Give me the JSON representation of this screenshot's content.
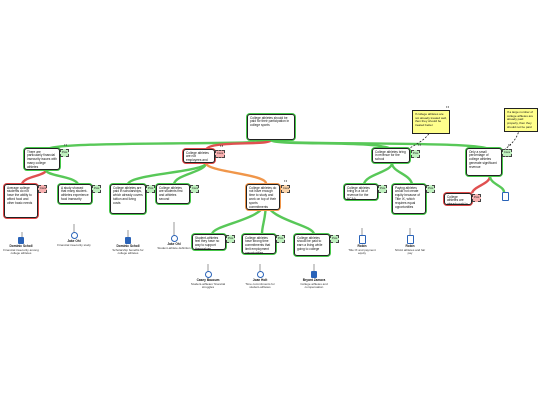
{
  "root": {
    "text": "College athletes should be paid for their participation in college sports"
  },
  "notes": [
    {
      "text": "If college athletes are not already treated well, then they should be treated better"
    },
    {
      "text": "If a large number of college athletes are already paid properly, then they should not be paid"
    }
  ],
  "level1": [
    {
      "text": "There are particularly financial insecurity issues with many college athletes",
      "tag": "Pros"
    },
    {
      "text": "College athletes are not employees and should not be paid",
      "tag": "Cons"
    },
    {
      "text": "College athletes bring in revenue for the school",
      "tag": "Pros"
    },
    {
      "text": "Only a small percentage of college athletes generate significant revenue",
      "tag": "Cons"
    }
  ],
  "level2": [
    {
      "text": "Average college students do not have the ability to afford food and other basic needs",
      "tag": "Cons",
      "src_name": "Dominic Scholl",
      "src_desc": "Financial insecurity among college athletes"
    },
    {
      "text": "A study showed that many student-athletes experience food insecurity",
      "tag": "Pros",
      "src_name": "Jake Ohl",
      "src_desc": "Financial insecurity study"
    },
    {
      "text": "College athletes are paid in scholarships, which already covers tuition and living costs",
      "tag": "Pros",
      "src_name": "Dominic Scholl",
      "src_desc": "Scholarship benefits for college athletes"
    },
    {
      "text": "College athletes are students first and athletes second",
      "tag": "Cons",
      "src_name": "Jake Ohl",
      "src_desc": "Student-athlete definition"
    },
    {
      "text": "College athletes do not have enough time to study and work on top of their sports commitments",
      "tag": "Cons"
    },
    {
      "text": "College athletes bring in a lot of revenue for the NCAA",
      "tag": "Pros"
    },
    {
      "text": "Paying athletes would not create equity because of Title IX, which requires equal opportunities",
      "tag": "Pros",
      "src_name": "Robin",
      "src_desc": "Title IX and payment equity"
    },
    {
      "text": "College athletes are already paid in a fair cost of attendance",
      "tag": "Pros",
      "src_name": "Robin",
      "src_desc": "NCAA athletes and fair pay"
    }
  ],
  "level3": [
    {
      "text": "Student-athletes feel they have no way to support themselves",
      "tag": "Pros",
      "src_name": "Casey Baucum",
      "src_desc": "Student-athletes' financial struggles"
    },
    {
      "text": "College athletes have strong time commitments that limit employment opportunities",
      "tag": "Pros",
      "src_name": "Joan Holt",
      "src_desc": "Time commitments for student-athletes"
    },
    {
      "text": "College athletes should be paid to earn a living while going to college",
      "tag": "Pros",
      "src_name": "Bryant Zamora",
      "src_desc": "College athletes and compensation"
    }
  ]
}
